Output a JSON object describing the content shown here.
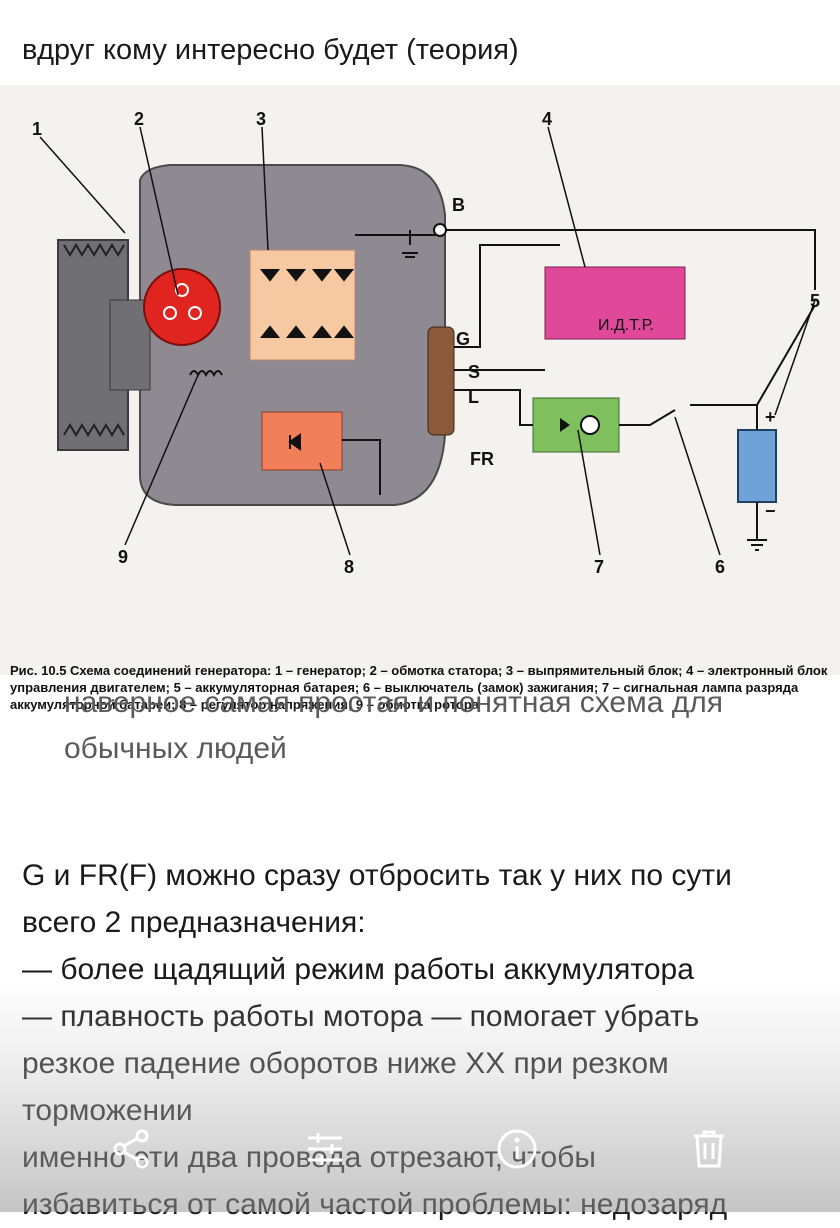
{
  "post_title": "вдруг кому интересно будет (теория)",
  "figure": {
    "labels": {
      "n1": "1",
      "n2": "2",
      "n3": "3",
      "n4": "4",
      "n5": "5",
      "n6": "6",
      "n7": "7",
      "n8": "8",
      "n9": "9",
      "b": "B",
      "g": "G",
      "s": "S",
      "l": "L",
      "fr": "FR",
      "idtr": "И.Д.Т.Р.",
      "plus": "+",
      "minus": "−"
    },
    "caption_lead": "Рис. 10.5 Схема соединений генератора:",
    "caption_body": " 1 – генератор; 2 – обмотка статора; 3 – выпрямительный блок; 4 – электронный блок управления двигателем; 5 – аккумуляторная батарея; 6 – выключатель (замок) зажигания; 7 – сигнальная лампа разряда аккумуляторной батареи; 8 – регулятор напряжения; 9 – обмотка ротора"
  },
  "note": "наверное самая простая и понятная схема для обычных людей",
  "post_lines": [
    "G и FR(F) можно сразу отбросить так у них по сути",
    "всего 2 предназначения:",
    "— более щадящий режим работы аккумулятора",
    "— плавность работы мотора — помогает убрать",
    "резкое падение оборотов ниже XX при резком",
    "торможении",
    "именно эти два провода отрезают, чтобы",
    "избавиться от самой частой проблемы: недозаряд"
  ],
  "colors": {
    "housing": "#8f8a92",
    "rectifier": "#f6c9a3",
    "ecu": "#e0499a",
    "lamp_box": "#7fbf5e",
    "regulator": "#f07f5a",
    "stator": "#e0241f",
    "battery": "#6fa3d8"
  },
  "toolbar": {
    "share_icon": "share-icon",
    "adjust_icon": "sliders-icon",
    "info_icon": "info-icon",
    "delete_icon": "trash-icon"
  }
}
